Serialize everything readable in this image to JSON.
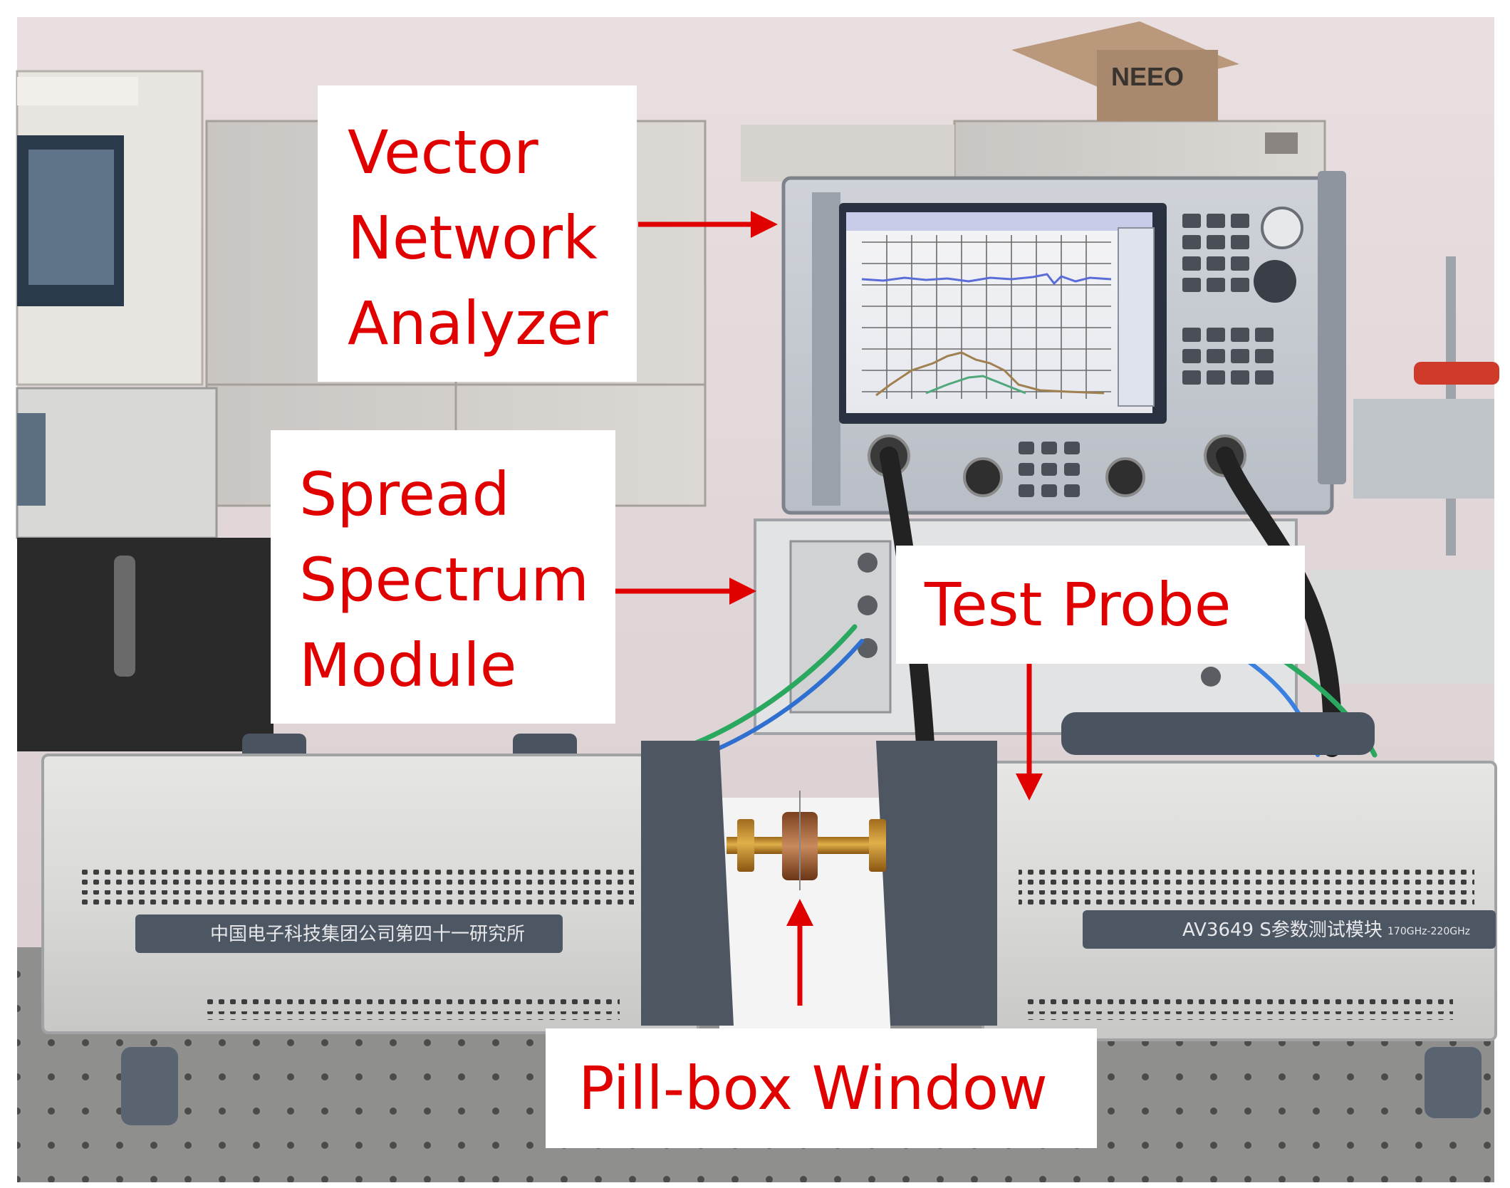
{
  "labels": {
    "vector_network_analyzer": [
      "Vector",
      "Network",
      "Analyzer"
    ],
    "spread_spectrum_module": [
      "Spread",
      "Spectrum",
      "Module"
    ],
    "test_probe": "Test Probe",
    "pill_box_window": "Pill-box Window"
  },
  "device_text": {
    "left_module_plate": "中国电子科技集团公司第四十一研究所",
    "right_module_plate": "AV3649 S参数测试模块",
    "right_module_freq": "170GHz-220GHz",
    "box_label": "NEEO"
  },
  "colors": {
    "label_text": "#e00000",
    "arrow": "#e00000",
    "label_background": "#ffffff"
  }
}
